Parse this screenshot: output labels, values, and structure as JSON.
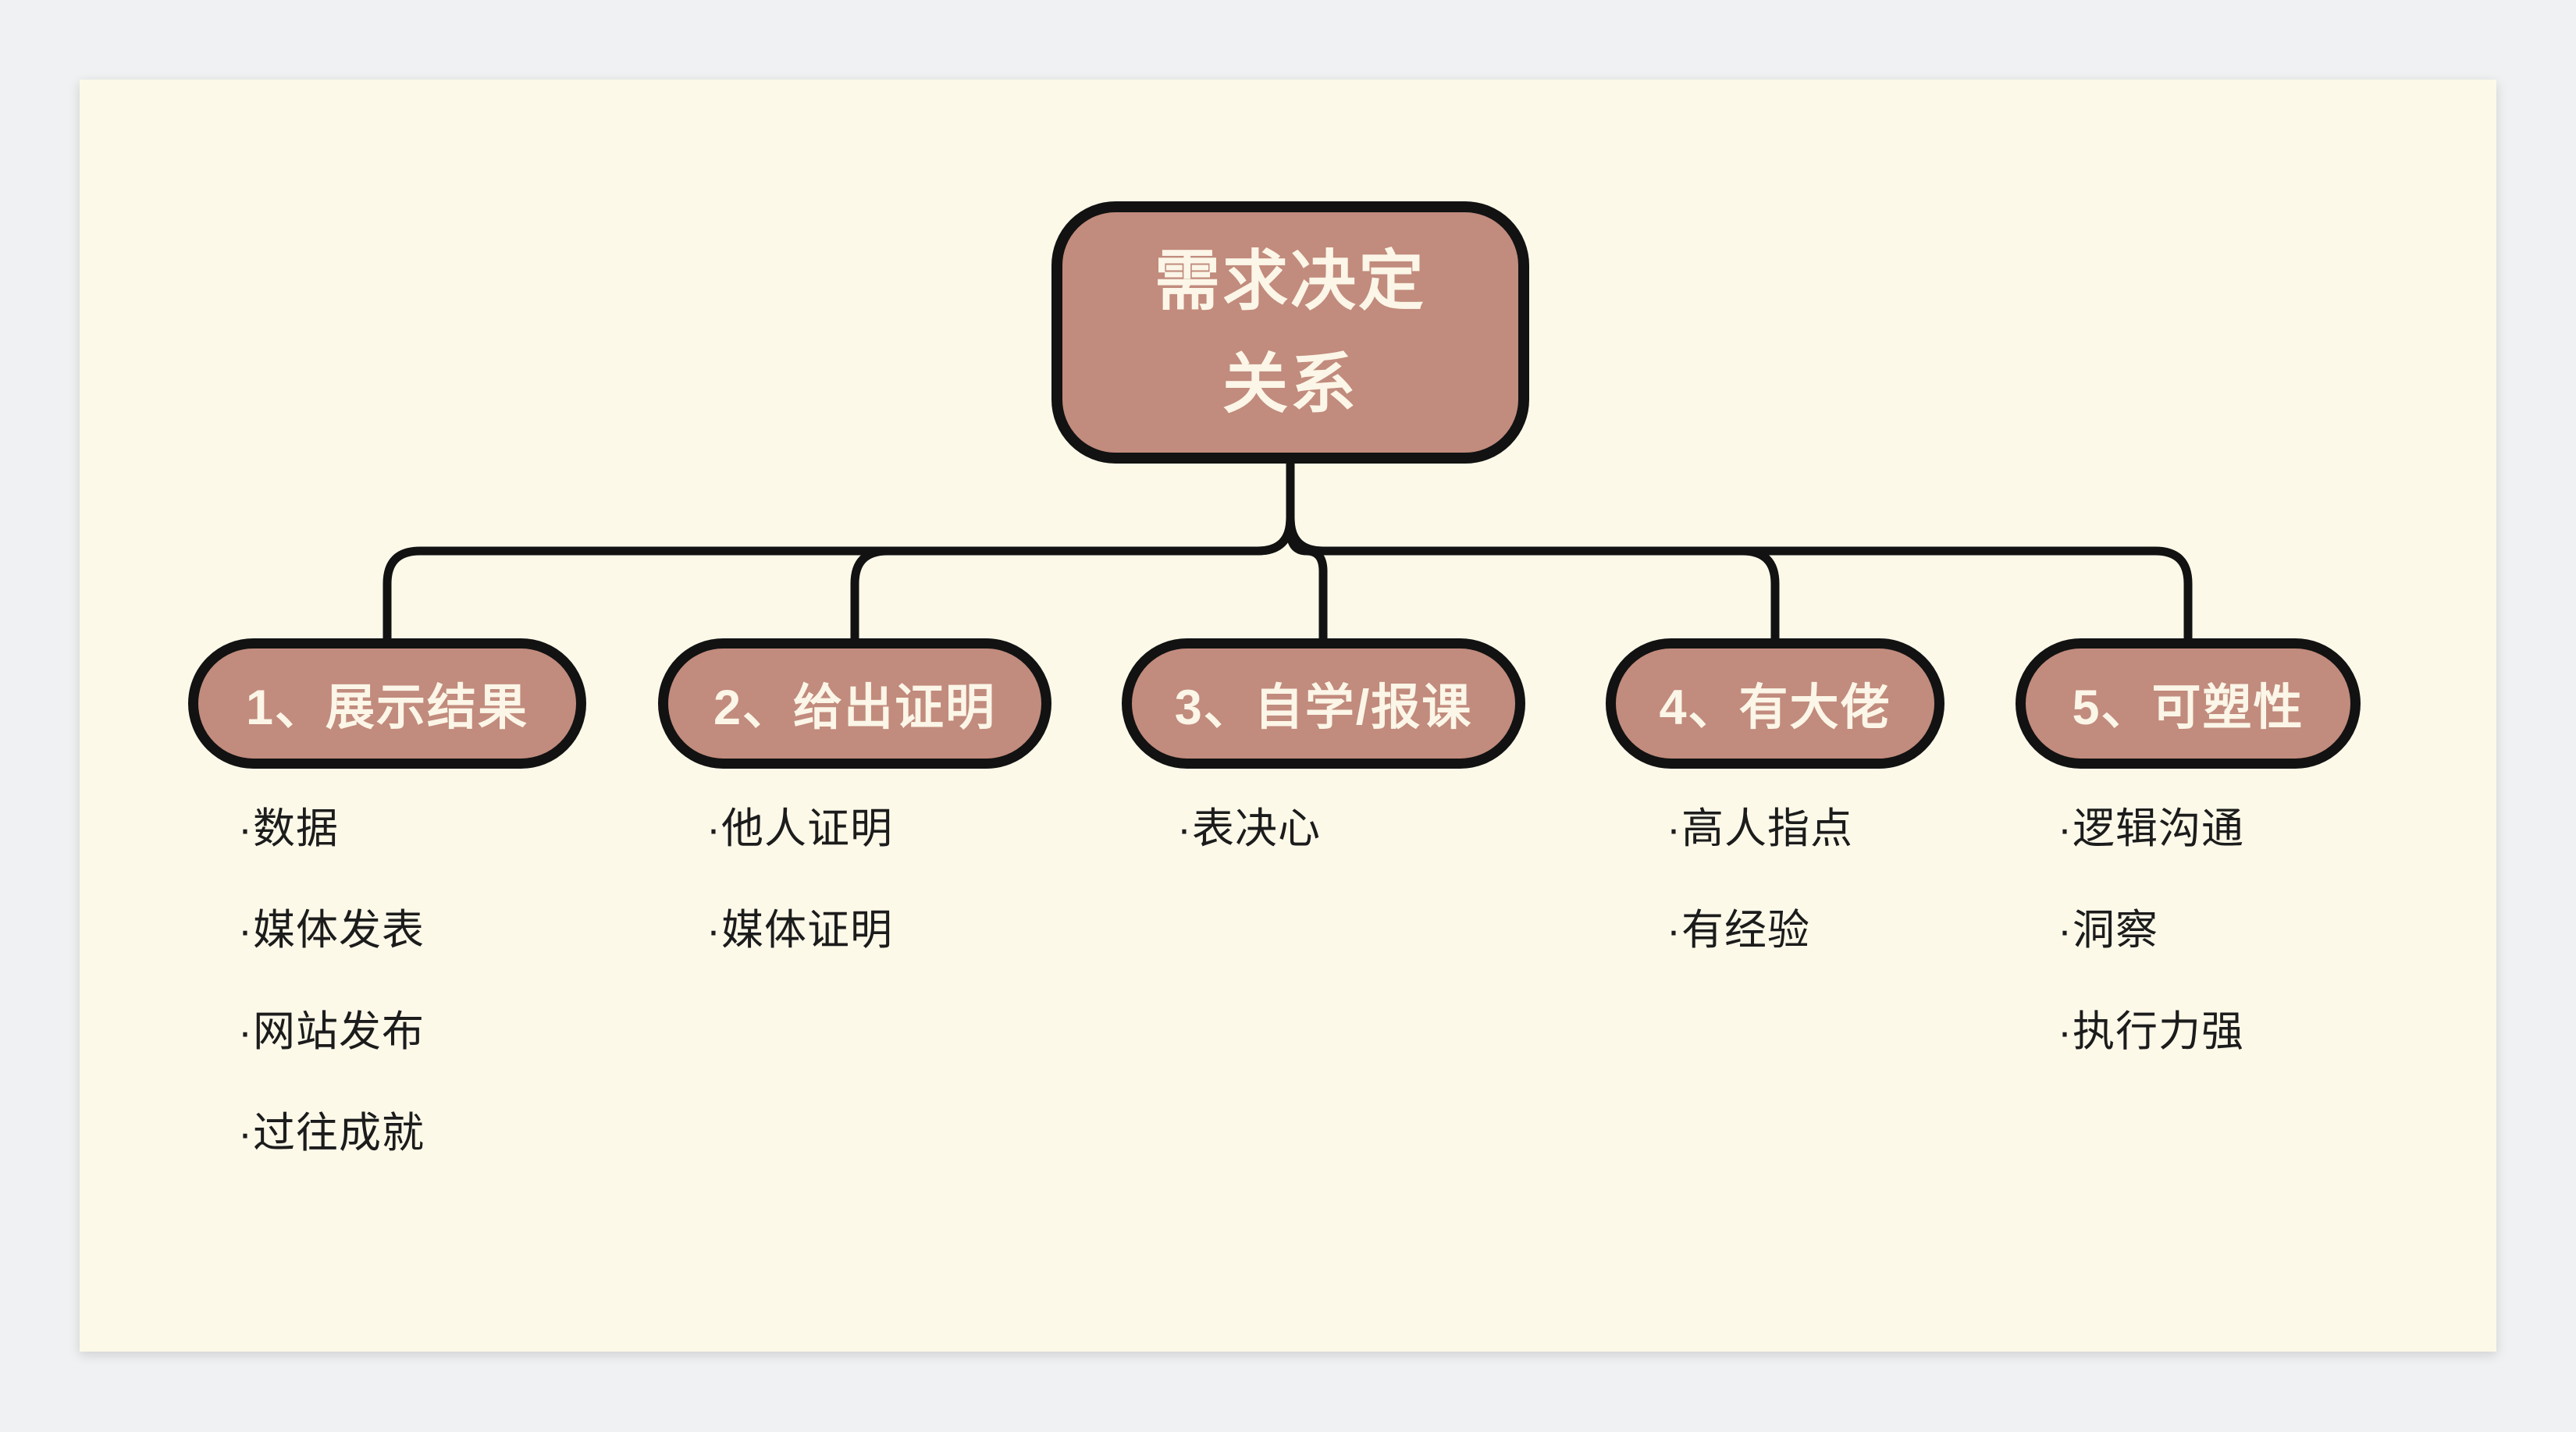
{
  "colors": {
    "page_bg": "#eff1f2",
    "panel_bg": "#fcf9e9",
    "node_fill": "#c18b7d",
    "node_border": "#121212",
    "node_text": "#fbf6e7",
    "item_text": "#1c1c1c",
    "connector": "#121212"
  },
  "root": {
    "lines": [
      "需求决定",
      "关系"
    ]
  },
  "branches": [
    {
      "label": "1、展示结果",
      "items": [
        "·数据",
        "·媒体发表",
        "·网站发布",
        "·过往成就"
      ]
    },
    {
      "label": "2、给出证明",
      "items": [
        "·他人证明",
        "·媒体证明"
      ]
    },
    {
      "label": "3、自学/报课",
      "items": [
        "·表决心"
      ]
    },
    {
      "label": "4、有大佬",
      "items": [
        "·高人指点",
        "·有经验"
      ]
    },
    {
      "label": "5、可塑性",
      "items": [
        "·逻辑沟通",
        "·洞察",
        "·执行力强"
      ]
    }
  ]
}
